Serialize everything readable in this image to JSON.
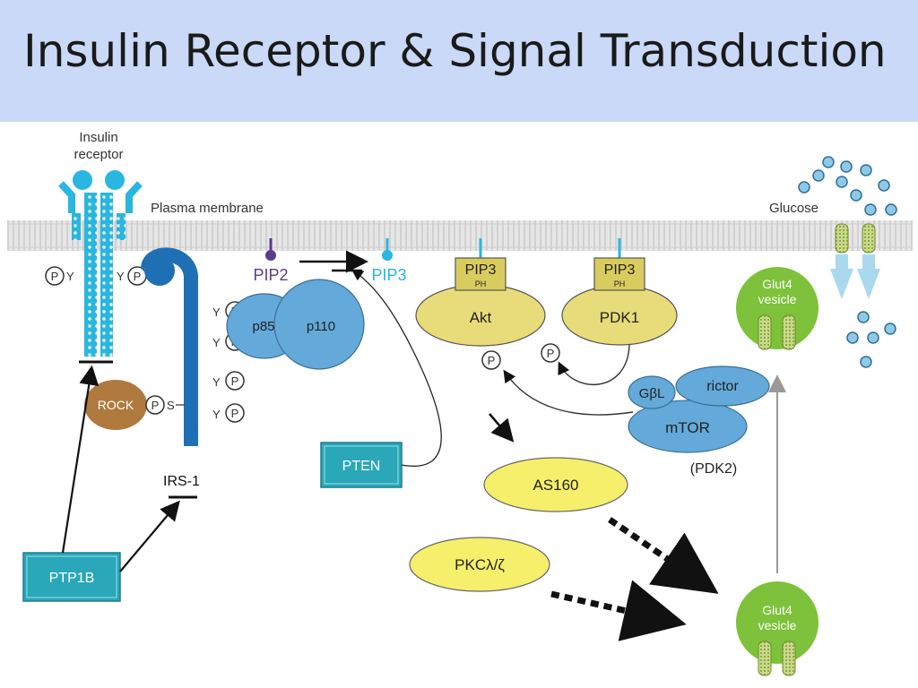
{
  "slide": {
    "title": "Insulin Receptor & Signal Transduction"
  },
  "diagram": {
    "labels": {
      "insulin_receptor": [
        "Insulin",
        "receptor"
      ],
      "plasma_membrane": "Plasma membrane",
      "glucose": "Glucose",
      "pip2": "PIP2",
      "pip3": "PIP3",
      "pip3_akt": "PIP3",
      "pip3_pdk1": "PIP3",
      "ph": "PH",
      "akt": "Akt",
      "pdk1": "PDK1",
      "p85": "p85",
      "p110": "p110",
      "rock": "ROCK",
      "irs1": "IRS-1",
      "pten": "PTEN",
      "ptp1b": "PTP1B",
      "as160": "AS160",
      "pkc": "PKCλ/ζ",
      "gbl": "GβL",
      "rictor": "rictor",
      "mtor": "mTOR",
      "pdk2": "(PDK2)",
      "glut4_top": [
        "Glut4",
        "vesicle"
      ],
      "glut4_bottom": [
        "Glut4",
        "vesicle"
      ],
      "p": "P",
      "y": "Y",
      "s": "S"
    },
    "colors": {
      "title_bg": "#c9d9f7",
      "receptor_blue": "#29b6e0",
      "irs_blue": "#1f6fb5",
      "pi3k_blue": "#63a9d9",
      "akt_yellow": "#e8dc7a",
      "pip3_box": "#d9cc5e",
      "rock_brown": "#b07a3e",
      "teal_box": "#2aa7b8",
      "as160_yellow": "#f5ef6b",
      "glut4_green": "#7dc23a",
      "pip2_purple": "#5b3b8c",
      "pip3_cyan": "#29b6e0"
    }
  }
}
